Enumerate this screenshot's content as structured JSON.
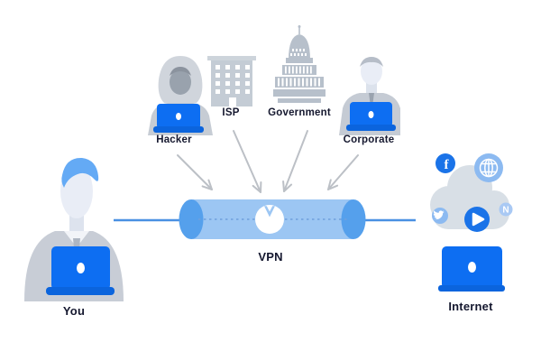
{
  "diagram": {
    "user": {
      "label": "You",
      "icon": "user-with-laptop-icon"
    },
    "threats": [
      {
        "label": "Hacker",
        "icon": "hacker-hooded-figure-icon"
      },
      {
        "label": "ISP",
        "icon": "office-building-icon"
      },
      {
        "label": "Government",
        "icon": "capitol-building-icon"
      },
      {
        "label": "Corporate",
        "icon": "business-person-icon"
      }
    ],
    "tunnel": {
      "label": "VPN",
      "logo": "nordvpn-mountain-logo"
    },
    "internet": {
      "label": "Internet",
      "icon": "laptop-icon",
      "cloud_services": [
        "facebook",
        "world-web-globe",
        "twitter-bird",
        "video-play",
        "n-streaming"
      ]
    },
    "glyphs": {
      "facebook": "f",
      "n_service": "N"
    },
    "colors": {
      "laptop_blue": "#0d6ef2",
      "laptop_base_blue": "#0b64dd",
      "tunnel_body": "#9cc6f3",
      "tunnel_cap": "#55a0ec",
      "connection_line": "#4a90e2",
      "icon_blue": "#1a73e8",
      "icon_light_blue": "#8cbaf1",
      "cloud_gray": "#d8dfe6",
      "figure_gray": "#c8cdd6",
      "arrow_gray": "#bcc0c6",
      "label_text": "#15182f",
      "hair_blue": "#64aaf5",
      "background": "#ffffff"
    }
  }
}
